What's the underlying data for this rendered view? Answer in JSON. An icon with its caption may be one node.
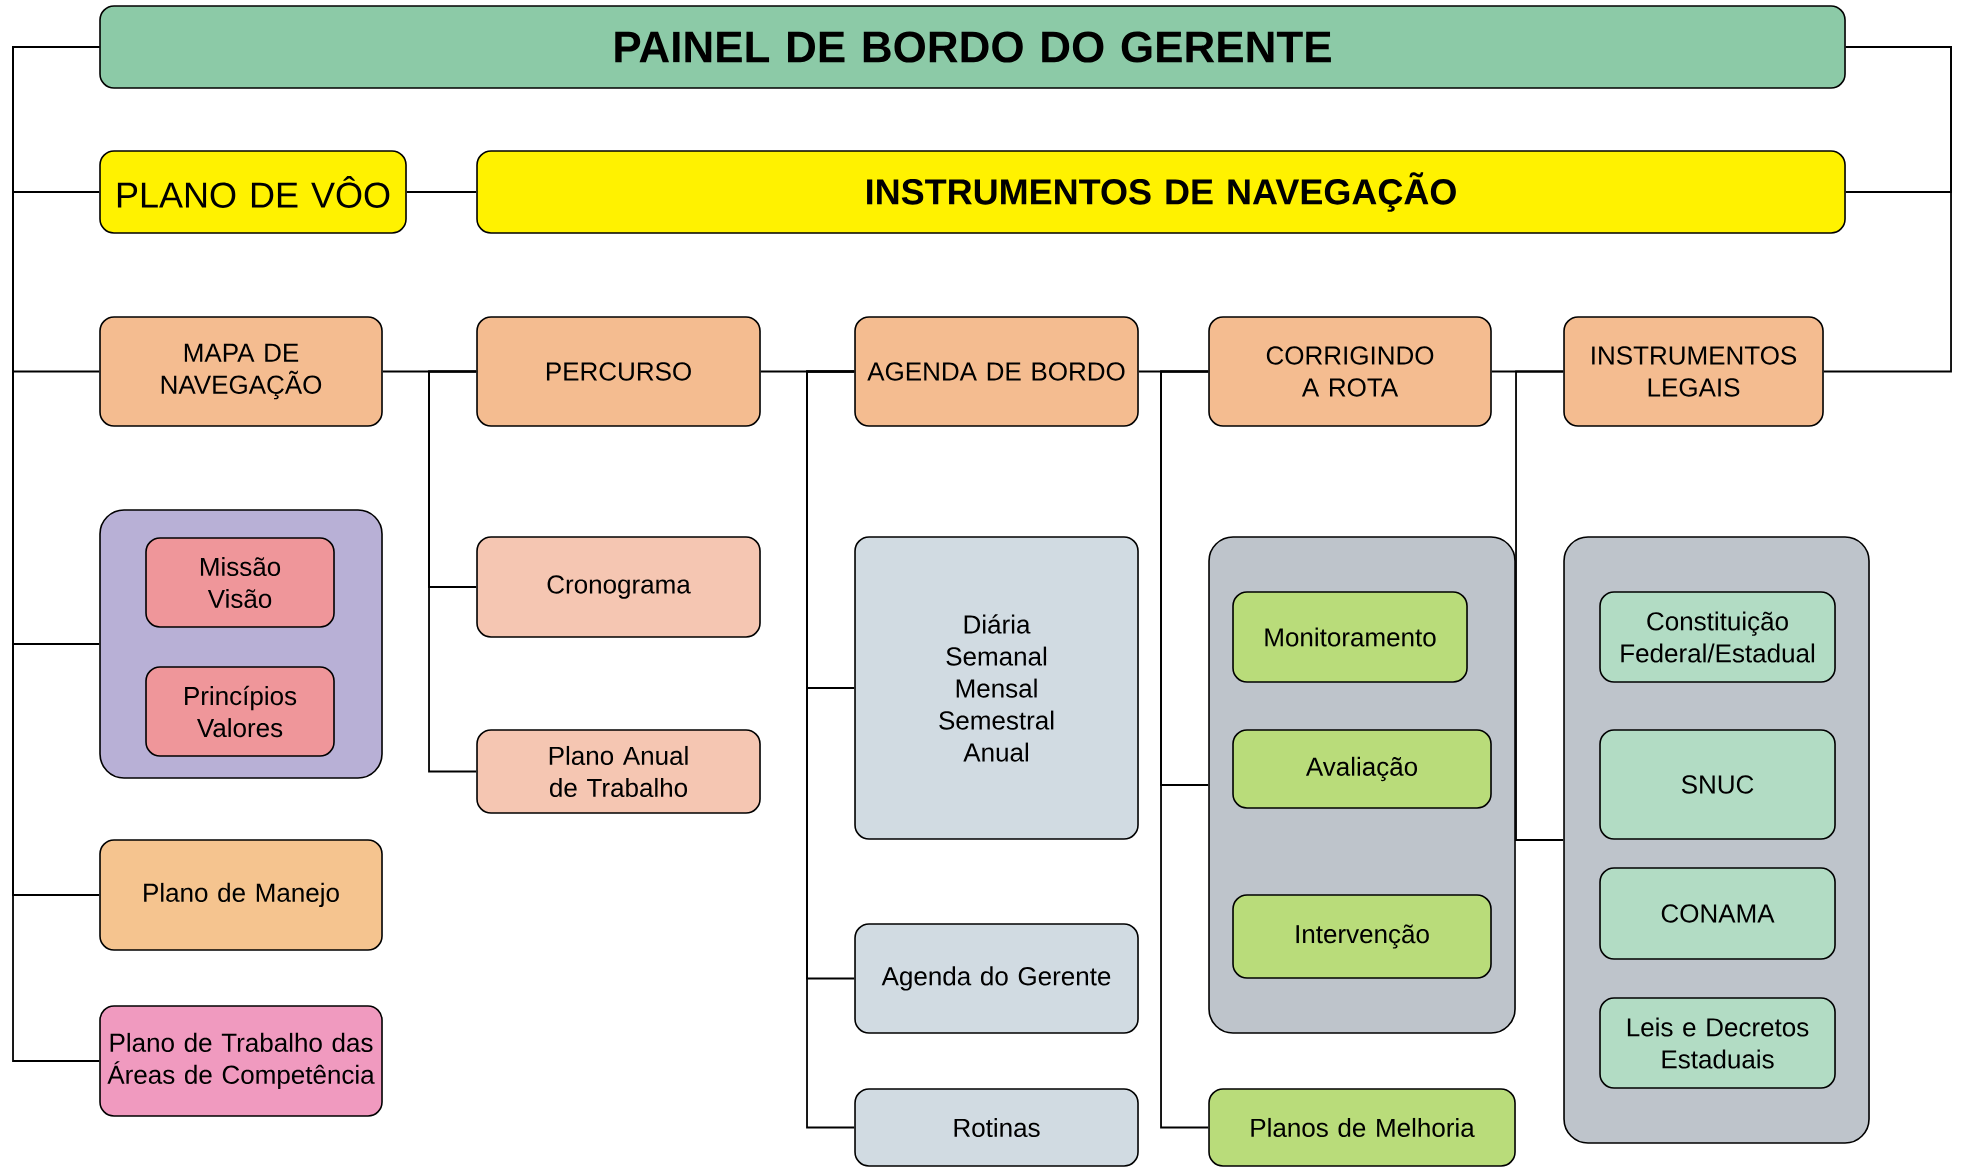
{
  "diagram": {
    "nodes": [
      {
        "text": [
          "PAINEL DE BORDO DO GERENTE"
        ]
      },
      {
        "text": [
          "PLANO DE VÔO"
        ]
      },
      {
        "text": [
          "INSTRUMENTOS DE NAVEGAÇÃO"
        ]
      },
      {
        "text": [
          "MAPA DE NAVEGAÇÃO"
        ]
      },
      {
        "text": [
          "PERCURSO"
        ]
      },
      {
        "text": [
          "AGENDA DE BORDO"
        ]
      },
      {
        "text": [
          "CORRIGINDO A ROTA"
        ]
      },
      {
        "text": [
          "INSTRUMENTOS LEGAIS"
        ]
      },
      {
        "text": [],
        "shape": "box"
      },
      {
        "text": [
          "Missão Visão"
        ],
        "in": 8
      },
      {
        "text": [
          "Princípios Valores"
        ],
        "in": 8
      },
      {
        "text": [
          "Plano de Manejo"
        ]
      },
      {
        "text": [
          "Plano de Trabalho das Áreas de Competência"
        ]
      },
      {
        "text": [
          "Cronograma"
        ]
      },
      {
        "text": [
          "Plano Anual de Trabalho"
        ]
      },
      {
        "text": [
          "Diária Semanal Mensal Semestral Anual"
        ]
      },
      {
        "text": [
          "Agenda do Gerente"
        ]
      },
      {
        "text": [
          "Rotinas"
        ]
      },
      {
        "text": [],
        "shape": "box"
      },
      {
        "text": [
          "Monitoramento"
        ],
        "in": 18
      },
      {
        "text": [
          "Avaliação"
        ],
        "in": 18
      },
      {
        "text": [
          "Intervenção"
        ],
        "in": 18
      },
      {
        "text": [
          "Planos de Melhoria"
        ]
      },
      {
        "text": [],
        "shape": "box"
      },
      {
        "text": [
          "Constituição Federal/Estadual"
        ],
        "in": 23
      },
      {
        "text": [
          "SNUC"
        ],
        "in": 23
      },
      {
        "text": [
          "CONAMA"
        ],
        "in": 23
      },
      {
        "text": [
          "Leis e Decretos Estaduais"
        ],
        "in": 23
      }
    ],
    "edges": [
      {
        "from": 0,
        "to": 1,
        "arrow": "none"
      },
      {
        "from": 0,
        "to": 3,
        "arrow": "none"
      },
      {
        "from": 0,
        "to": 8,
        "arrow": "none"
      },
      {
        "from": 0,
        "to": 11,
        "arrow": "none"
      },
      {
        "from": 0,
        "to": 12,
        "arrow": "none"
      },
      {
        "from": 0,
        "to": 2,
        "arrow": "none"
      },
      {
        "from": 0,
        "to": 7,
        "arrow": "none"
      },
      {
        "from": 1,
        "to": 2,
        "arrow": "none"
      },
      {
        "from": 3,
        "to": 4,
        "arrow": "none"
      },
      {
        "from": 4,
        "to": 5,
        "arrow": "none"
      },
      {
        "from": 5,
        "to": 6,
        "arrow": "none"
      },
      {
        "from": 6,
        "to": 7,
        "arrow": "none"
      },
      {
        "from": 4,
        "to": 13,
        "arrow": "none"
      },
      {
        "from": 4,
        "to": 14,
        "arrow": "none"
      },
      {
        "from": 5,
        "to": 15,
        "arrow": "none"
      },
      {
        "from": 5,
        "to": 16,
        "arrow": "none"
      },
      {
        "from": 5,
        "to": 17,
        "arrow": "none"
      },
      {
        "from": 6,
        "to": 18,
        "arrow": "none"
      },
      {
        "from": 6,
        "to": 22,
        "arrow": "none"
      },
      {
        "from": 7,
        "to": 23,
        "arrow": "none"
      }
    ]
  }
}
